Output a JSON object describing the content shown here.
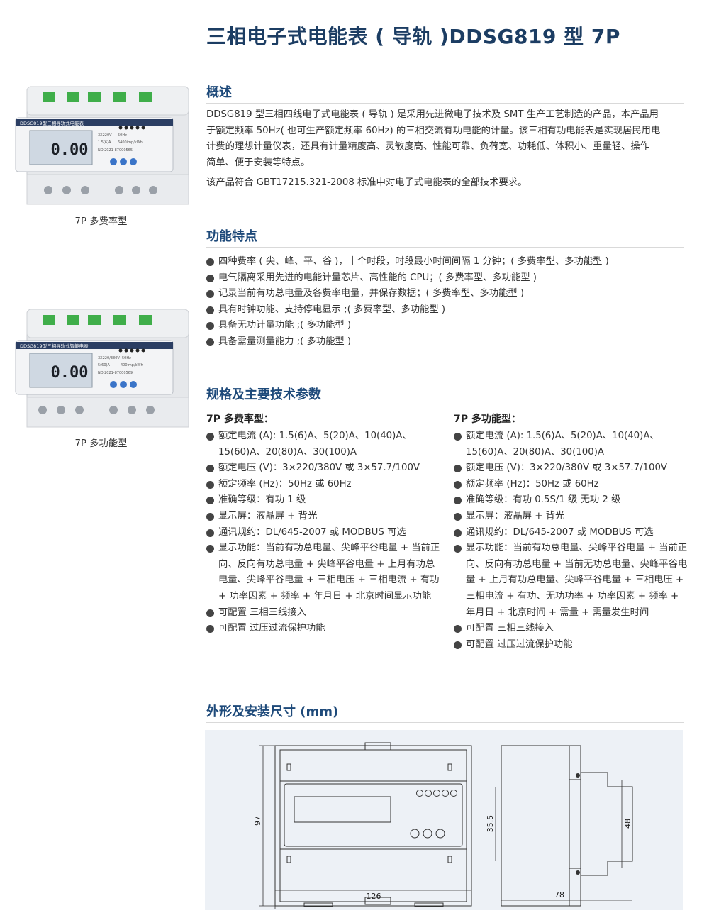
{
  "title": "三相电子式电能表 ( 导轨 )DDSG819 型 7P",
  "overview": {
    "heading": "概述",
    "paragraph_lines": [
      "DDSG819 型三相四线电子式电能表 ( 导轨 ) 是采用先进微电子技术及 SMT 生产工艺制造的产品，本产品用",
      "于额定频率 50Hz( 也可生产额定频率 60Hz) 的三相交流有功电能的计量。该三相有功电能表是实现居民用电",
      "计费的理想计量仪表，还具有计量精度高、灵敏度高、性能可靠、负荷宽、功耗低、体积小、重量轻、操作",
      "简单、便于安装等特点。"
    ],
    "standard": "该产品符合 GBT17215.321-2008 标准中对电子式电能表的全部技术要求。"
  },
  "features": {
    "heading": "功能特点",
    "items": [
      "四种费率 ( 尖、峰、平、谷 )，十个时段，时段最小时间间隔 1 分钟；( 多费率型、多功能型 )",
      "电气隔离采用先进的电能计量芯片、高性能的 CPU；( 多费率型、多功能型 )",
      "记录当前有功总电量及各费率电量，并保存数据；( 多费率型、多功能型 )",
      "具有时钟功能、支持停电显示 ;( 多费率型、多功能型 )",
      "具备无功计量功能 ;( 多功能型 )",
      "具备需量测量能力 ;( 多功能型 )"
    ]
  },
  "specs": {
    "heading": "规格及主要技术参数",
    "multi_rate": {
      "title": "7P 多费率型：",
      "items": [
        "额定电流 (A): 1.5(6)A、5(20)A、10(40)A、15(60)A、20(80)A、30(100)A",
        "额定电压 (V)：3×220/380V 或 3×57.7/100V",
        "额定频率 (Hz)：50Hz 或 60Hz",
        "准确等级：有功 1 级",
        "显示屏：液晶屏 + 背光",
        "通讯规约：DL/645-2007 或 MODBUS 可选",
        "显示功能：当前有功总电量、尖峰平谷电量 + 当前正向、反向有功总电量 + 尖峰平谷电量 + 上月有功总电量、尖峰平谷电量 + 三相电压 + 三相电流 + 有功 + 功率因素 + 频率 + 年月日 + 北京时间显示功能",
        "可配置 三相三线接入",
        "可配置 过压过流保护功能"
      ]
    },
    "multi_function": {
      "title": "7P 多功能型：",
      "items": [
        "额定电流 (A): 1.5(6)A、5(20)A、10(40)A、15(60)A、20(80)A、30(100)A",
        "额定电压 (V)：3×220/380V 或 3×57.7/100V",
        "额定频率 (Hz)：50Hz 或 60Hz",
        "准确等级：有功 0.5S/1 级 无功 2 级",
        "显示屏：液晶屏 + 背光",
        "通讯规约：DL/645-2007 或 MODBUS 可选",
        "显示功能：当前有功总电量、尖峰平谷电量 + 当前正向、反向有功总电量 + 当前无功总电量、尖峰平谷电量 + 上月有功总电量、尖峰平谷电量 + 三相电压 + 三相电流 + 有功、无功功率 + 功率因素 + 频率 + 年月日 + 北京时间 + 需量 + 需量发生时间",
        "可配置 三相三线接入",
        "可配置 过压过流保护功能"
      ]
    }
  },
  "dimensions": {
    "heading": "外形及安装尺寸 (mm)",
    "height": "97",
    "width": "126",
    "depth": "78",
    "rail_inner": "35.5",
    "rail_outer": "48"
  },
  "products": [
    {
      "caption": "7P 多费率型",
      "label": "DDSG819型三相导轨式电能表",
      "reading": "0.00",
      "spec_lines": [
        "3X220V",
        "1.5(6)A",
        "50Hz",
        "6400imp/kWh",
        "NO.2021-87000565"
      ]
    },
    {
      "caption": "7P 多功能型",
      "label": "DDSG819型三相导轨式智能电表",
      "reading": "0.00",
      "spec_lines": [
        "3X220/380V",
        "5(60)A",
        "50Hz",
        "400imp/kWh",
        "NO.2021-87000569"
      ]
    }
  ],
  "colors": {
    "title": "#1c3d63",
    "heading": "#1e4a7a",
    "drawing_bg": "#edf1f6",
    "terminal_green": "#3fae4a",
    "meter_body": "#f1f2f4",
    "lcd": "#cfd8e2"
  }
}
